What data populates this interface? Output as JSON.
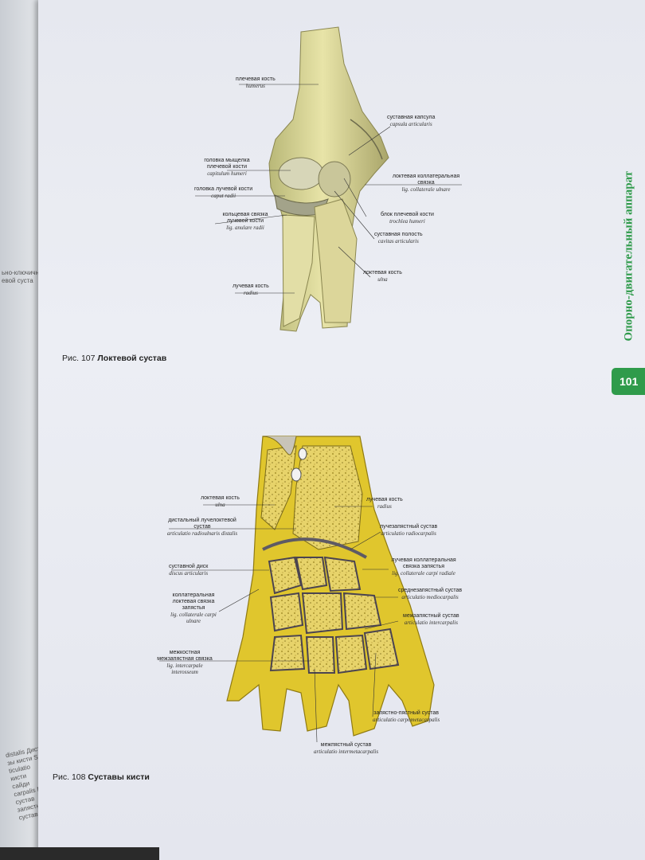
{
  "prev_page": {
    "lines_top": [
      "ьно-ключичны",
      "евой суста"
    ],
    "lines_bottom": [
      "distalis Дист",
      "зы кисти S ",
      "ticulatio",
      "кисти",
      "сайди",
      "carpalis Мож",
      "сустав",
      "запястные",
      "сустав"
    ]
  },
  "figure107": {
    "caption_num": "Рис. 107",
    "caption_text": "Локтевой сустав",
    "labels": [
      {
        "id": "humerus",
        "ru": "плечевая кость",
        "la": "humerus"
      },
      {
        "id": "capsula",
        "ru": "суставная капсула",
        "la": "capsula articularis"
      },
      {
        "id": "capitulum",
        "ru": "головка мыщелка плечевой кости",
        "la": "capitulum humeri"
      },
      {
        "id": "lig-coll-ulnare",
        "ru": "локтевая коллатеральная связка",
        "la": "lig. collaterale ulnare"
      },
      {
        "id": "caput-radii",
        "ru": "головка лучевой кости",
        "la": "caput radii"
      },
      {
        "id": "trochlea",
        "ru": "блок плечевой кости",
        "la": "trochlea humeri"
      },
      {
        "id": "lig-anulare",
        "ru": "кольцевая связка лучевой кости",
        "la": "lig. anulare radii"
      },
      {
        "id": "cavitas",
        "ru": "суставная полость",
        "la": "cavitas articularis"
      },
      {
        "id": "ulna",
        "ru": "локтевая кость",
        "la": "ulna"
      },
      {
        "id": "radius",
        "ru": "лучевая кость",
        "la": "radius"
      }
    ]
  },
  "figure108": {
    "caption_num": "Рис. 108",
    "caption_text": "Суставы кисти",
    "labels": [
      {
        "id": "ulna",
        "ru": "локтевая кость",
        "la": "ulna"
      },
      {
        "id": "radius",
        "ru": "лучевая кость",
        "la": "radius"
      },
      {
        "id": "radioulnar",
        "ru": "дистальный лучелоктевой сустав",
        "la": "articulatio radioulnaris distalis"
      },
      {
        "id": "radiocarpal",
        "ru": "лучезапястный сустав",
        "la": "articulatio radiocarpalis"
      },
      {
        "id": "discus",
        "ru": "суставной диск",
        "la": "discus articularis"
      },
      {
        "id": "lig-coll-radiale",
        "ru": "лучевая коллатеральная связка запястья",
        "la": "lig. collaterale carpi radiale"
      },
      {
        "id": "mediocarpal",
        "ru": "среднезапястный сустав",
        "la": "articulatio mediocarpalis"
      },
      {
        "id": "lig-coll-ulnare",
        "ru": "коллатеральная локтевая связка запястья",
        "la": "lig. collaterale carpi ulnare"
      },
      {
        "id": "intercarpal",
        "ru": "межзапястный сустав",
        "la": "articulatio intercarpalis"
      },
      {
        "id": "lig-interosseum",
        "ru": "межкостная межзапястная связка",
        "la": "lig. intercarpale interosseum"
      },
      {
        "id": "carpometacarpal",
        "ru": "запястно-пястный сустав",
        "la": "articulatio carpometacarpalis"
      },
      {
        "id": "intermetacarpal",
        "ru": "межпястный сустав",
        "la": "articulatio intermetacarpalis"
      }
    ]
  },
  "sidebar": {
    "section_title": "Опорно-двигательный аппарат",
    "page_number": "101",
    "accent_color": "#2f9b4b"
  }
}
